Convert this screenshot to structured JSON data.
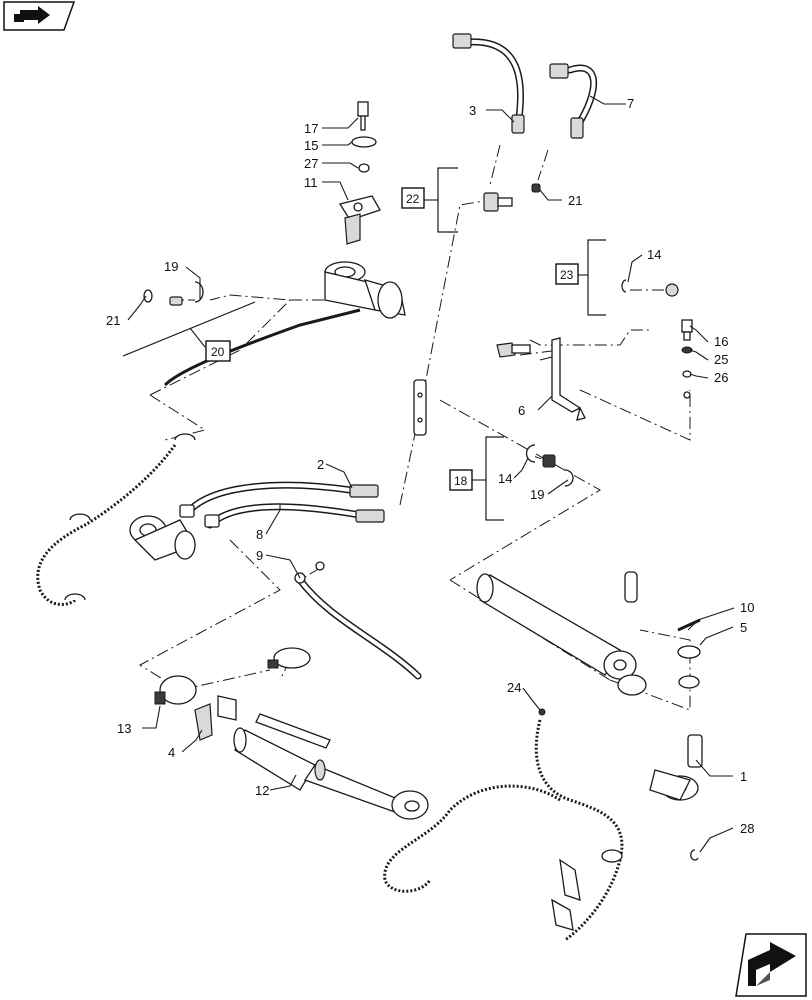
{
  "navigation": {
    "top_icon": "previous-page-arrow-icon",
    "bottom_icon": "next-page-arrow-icon"
  },
  "callouts": {
    "c1": "1",
    "c2": "2",
    "c3": "3",
    "c4": "4",
    "c5": "5",
    "c6": "6",
    "c7": "7",
    "c8": "8",
    "c9": "9",
    "c10": "10",
    "c11": "11",
    "c12": "12",
    "c13": "13",
    "c14a": "14",
    "c14b": "14",
    "c15": "15",
    "c16": "16",
    "c17": "17",
    "c19a": "19",
    "c19b": "19",
    "c21a": "21",
    "c21b": "21",
    "c24": "24",
    "c25": "25",
    "c26": "26",
    "c27": "27",
    "c28": "28"
  },
  "boxed_callouts": {
    "b18": "18",
    "b20": "20",
    "b22": "22",
    "b23": "23"
  }
}
